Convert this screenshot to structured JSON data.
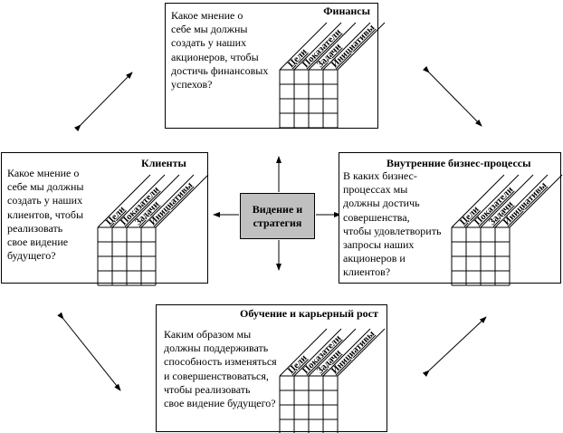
{
  "perspectives": {
    "finance": {
      "title": "Финансы",
      "question": [
        "Какое мнение о",
        "себе мы должны",
        "создать у наших",
        "акционеров, чтобы",
        "достичь финансовых",
        "успехов?"
      ]
    },
    "customers": {
      "title": "Клиенты",
      "question": [
        "Какое мнение о",
        "себе мы должны",
        "создать у наших",
        "клиентов, чтобы",
        "реализовать",
        "свое видение",
        "будущего?"
      ]
    },
    "internal": {
      "title": "Внутренние бизнес-процессы",
      "question": [
        "В каких бизнес-",
        "процессах мы",
        "должны достичь",
        "совершенства,",
        "чтобы удовлетворить",
        "запросы наших",
        "акционеров и",
        "клиентов?"
      ]
    },
    "learning": {
      "title": "Обучение и карьерный рост",
      "question": [
        "Каким образом мы",
        "должны поддерживать",
        "способность изменяться",
        "и совершенствоваться,",
        "чтобы реализовать",
        "свое видение будущего?"
      ]
    }
  },
  "columns": [
    "Цели",
    "Показатели",
    "Задачи",
    "Инициативы"
  ],
  "center": {
    "line1": "Видение и",
    "line2": "стратегия"
  }
}
